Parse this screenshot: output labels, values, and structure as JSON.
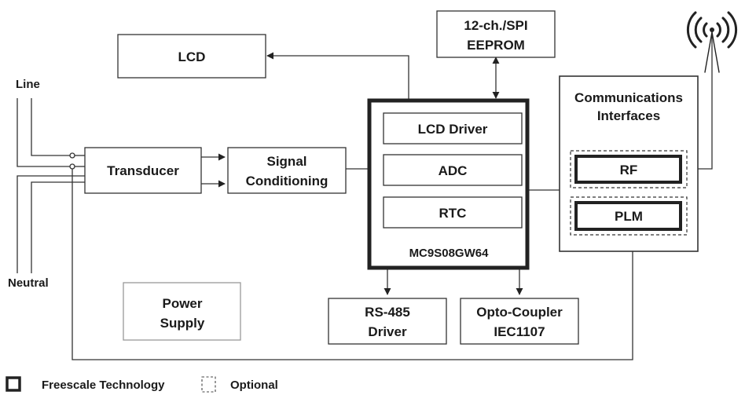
{
  "blocks": {
    "lcd": "LCD",
    "eeprom_line1": "12-ch./SPI",
    "eeprom_line2": "EEPROM",
    "transducer": "Transducer",
    "signal_line1": "Signal",
    "signal_line2": "Conditioning",
    "lcd_driver": "LCD Driver",
    "adc": "ADC",
    "rtc": "RTC",
    "mcu": "MC9S08GW64",
    "comm_line1": "Communications",
    "comm_line2": "Interfaces",
    "rf": "RF",
    "plm": "PLM",
    "power_line1": "Power",
    "power_line2": "Supply",
    "rs485_line1": "RS-485",
    "rs485_line2": "Driver",
    "opto_line1": "Opto-Coupler",
    "opto_line2": "IEC1107"
  },
  "inputs": {
    "line": "Line",
    "neutral": "Neutral"
  },
  "legend": {
    "freescale": "Freescale Technology",
    "optional": "Optional"
  }
}
